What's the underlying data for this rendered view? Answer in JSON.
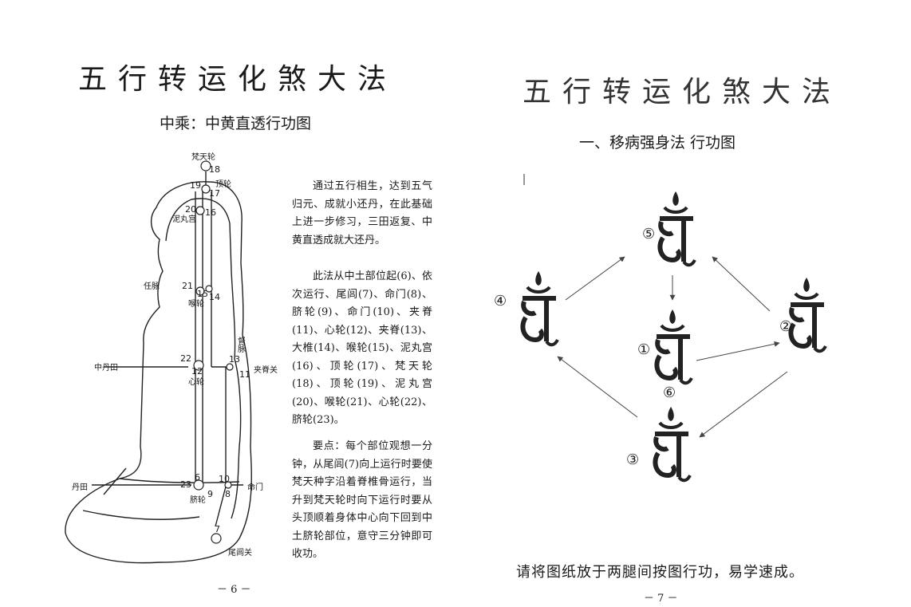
{
  "left_page": {
    "title": "五行转运化煞大法",
    "subtitle": "中乘：中黄直透行功图",
    "paragraphs": [
      "通过五行相生，达到五气归元、成就小还丹，在此基础上进一步修习，三田返复、中黄直透成就大还丹。",
      "此法从中土部位起(6)、依次运行、尾闾(7)、命门(8)、脐轮(9)、命门(10)、夹脊(11)、心轮(12)、夹脊(13)、大椎(14)、喉轮(15)、泥丸宫(16)、顶轮(17)、梵天轮(18)、顶轮(19)、泥丸宫(20)、喉轮(21)、心轮(22)、脐轮(23)。",
      "要点：每个部位观想一分钟，从尾闾(7)向上运行时要使梵天种字沿着脊椎骨运行，当升到梵天轮时向下运行时要从头顶顺着身体中心向下回到中土脐轮部位，意守三分钟即可收功。"
    ],
    "diagram_labels": {
      "fantian": "梵天轮",
      "dinglun": "顶轮",
      "niwangong": "泥丸宫",
      "renmai": "任脉",
      "houlun": "喉轮",
      "dumai": "督脉",
      "zhongdantian": "中丹田",
      "xinlun": "心轮",
      "jiajiguan": "夹脊关",
      "dantian": "丹田",
      "qilun": "脐轮",
      "mingmen": "命门",
      "weilvguan": "尾闾关"
    },
    "diagram_numbers": [
      "18",
      "19",
      "17",
      "20",
      "16",
      "21",
      "15",
      "14",
      "22",
      "13",
      "12",
      "11",
      "6",
      "10",
      "23",
      "9",
      "8",
      "7"
    ],
    "page_number": "－ 6 －"
  },
  "right_page": {
    "title": "五行转运化煞大法",
    "subtitle": "一、移病强身法  行功图",
    "position_marks": [
      "⑤",
      "④",
      "①",
      "②",
      "⑥",
      "③"
    ],
    "footer_note": "请将图纸放于两腿间按图行功，易学速成。",
    "page_number": "－ 7 －"
  }
}
